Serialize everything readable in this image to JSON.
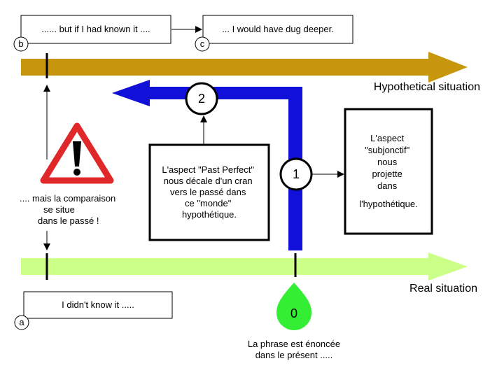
{
  "boxes": {
    "b_text": "...... but if I had known it ....",
    "c_text": "... I would have dug deeper.",
    "a_text": "I didn't know it .....",
    "past_perfect_lines": [
      "L'aspect \"Past Perfect\"",
      "nous décale  d'un cran",
      "vers le passé dans",
      "ce \"monde\"",
      "hypothétique."
    ],
    "subjonctif_lines": [
      "L'aspect",
      "\"subjonctif\"",
      "nous",
      "projette",
      "dans",
      "l'hypothétique."
    ]
  },
  "markers": {
    "a": "a",
    "b": "b",
    "c": "c",
    "one": "1",
    "two": "2",
    "zero": "0"
  },
  "labels": {
    "hypothetical": "Hypothetical situation",
    "real": "Real situation",
    "comparison_lines": [
      ".... mais la comparaison",
      "se situe",
      "dans le passé !"
    ],
    "phrase_lines": [
      "La phrase est énoncée",
      "dans le présent ....."
    ]
  },
  "colors": {
    "hypothetical_arrow": "#c8960c",
    "real_arrow": "#ccff88",
    "shift_arrow": "#1010d8",
    "drop": "#33ee33",
    "warning_border": "#e0282a"
  }
}
